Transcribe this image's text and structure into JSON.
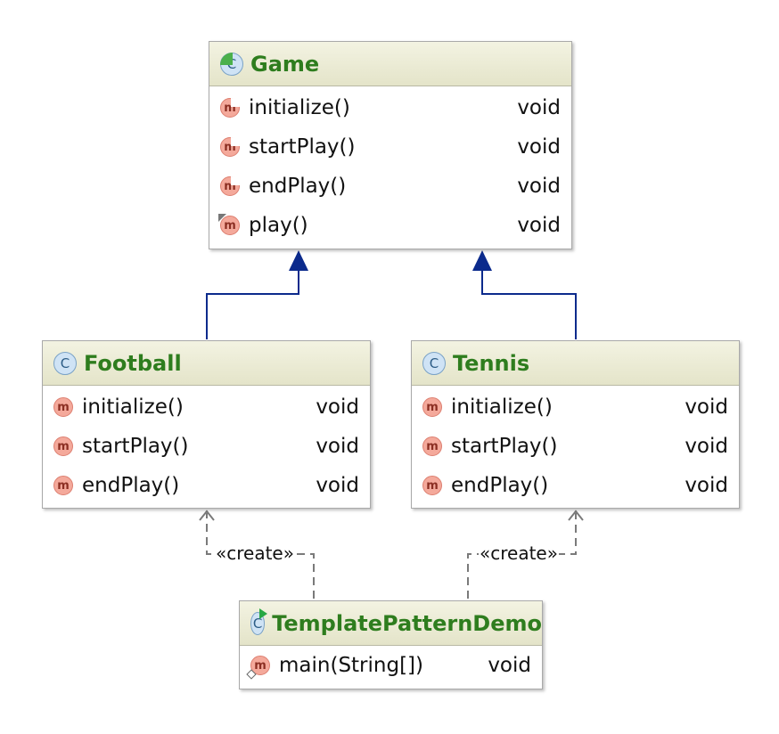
{
  "diagram": {
    "classes": {
      "game": {
        "name": "Game",
        "icon": "abstract-class-icon",
        "methods": [
          {
            "name": "initialize()",
            "type": "void"
          },
          {
            "name": "startPlay()",
            "type": "void"
          },
          {
            "name": "endPlay()",
            "type": "void"
          },
          {
            "name": "play()",
            "type": "void"
          }
        ]
      },
      "football": {
        "name": "Football",
        "icon": "class-icon",
        "methods": [
          {
            "name": "initialize()",
            "type": "void"
          },
          {
            "name": "startPlay()",
            "type": "void"
          },
          {
            "name": "endPlay()",
            "type": "void"
          }
        ]
      },
      "tennis": {
        "name": "Tennis",
        "icon": "class-icon",
        "methods": [
          {
            "name": "initialize()",
            "type": "void"
          },
          {
            "name": "startPlay()",
            "type": "void"
          },
          {
            "name": "endPlay()",
            "type": "void"
          }
        ]
      },
      "demo": {
        "name": "TemplatePatternDemo",
        "icon": "runnable-class-icon",
        "methods": [
          {
            "name": "main(String[])",
            "type": "void"
          }
        ]
      }
    },
    "icon_letters": {
      "class": "C",
      "method": "m"
    },
    "relations": [
      {
        "from": "Football",
        "to": "Game",
        "kind": "generalization"
      },
      {
        "from": "Tennis",
        "to": "Game",
        "kind": "generalization"
      },
      {
        "from": "TemplatePatternDemo",
        "to": "Football",
        "kind": "dependency",
        "label": "«create»"
      },
      {
        "from": "TemplatePatternDemo",
        "to": "Tennis",
        "kind": "dependency",
        "label": "«create»"
      }
    ],
    "colors": {
      "class_name": "#2e7d1e",
      "header_bg": "#e9e9d1",
      "generalization": "#0b2a8c",
      "dependency": "#7a7a7a",
      "method_icon": "#f4a99b",
      "class_icon": "#cfe3f5"
    }
  }
}
